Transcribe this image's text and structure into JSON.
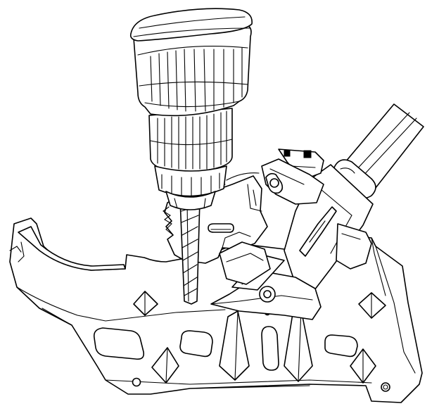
{
  "illustration": {
    "kind": "line-art technical drawing",
    "stroke_color": "#000000",
    "background_color": "#ffffff",
    "parts": [
      "power-drill",
      "drill-chuck",
      "drill-bit",
      "shifter-base-plate",
      "shift-lever",
      "lever-pivot-bracket",
      "detent-gate-plate"
    ]
  }
}
